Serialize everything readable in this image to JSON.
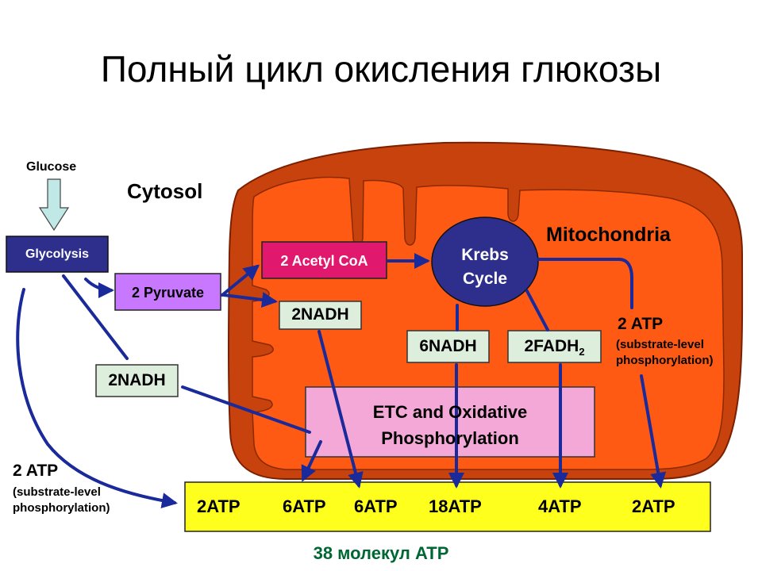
{
  "title": "Полный цикл окисления глюкозы",
  "labels": {
    "glucose": "Glucose",
    "cytosol": "Cytosol",
    "mitochondria": "Mitochondria",
    "glycolysis": "Glycolysis",
    "pyruvate": "2 Pyruvate",
    "acetyl_coa": "2 Acetyl CoA",
    "krebs_line1": "Krebs",
    "krebs_line2": "Cycle",
    "nadh_mito": "2NADH",
    "nadh_cyto": "2NADH",
    "nadh_krebs": "6NADH",
    "fadh2_base": "2FADH",
    "fadh2_sub": "2",
    "etc_line1": "ETC and Oxidative",
    "etc_line2": "Phosphorylation",
    "atp_right_main": "2 ATP",
    "atp_right_sub1": "(substrate-level",
    "atp_right_sub2": "phosphorylation)",
    "atp_left_main": "2 ATP",
    "atp_left_sub1": "(substrate-level",
    "atp_left_sub2": "phosphorylation)",
    "total": "38 молекул ATP"
  },
  "atp_bar": [
    "2ATP",
    "6ATP",
    "6ATP",
    "18ATP",
    "4ATP",
    "2ATP"
  ],
  "colors": {
    "mito_outer": "#C8420E",
    "mito_inner": "#FF5A14",
    "glycolysis": "#2E2E8C",
    "pyruvate": "#C878FF",
    "acetyl_coa": "#E0186E",
    "krebs": "#2E2E8C",
    "nadh_box": "#DDEEDD",
    "etc": "#F4A8D8",
    "atp_bar": "#FFFF1E",
    "arrow": "#1A2A9A",
    "glucose_arrow": "#BFE8E6",
    "total_text": "#006633"
  }
}
